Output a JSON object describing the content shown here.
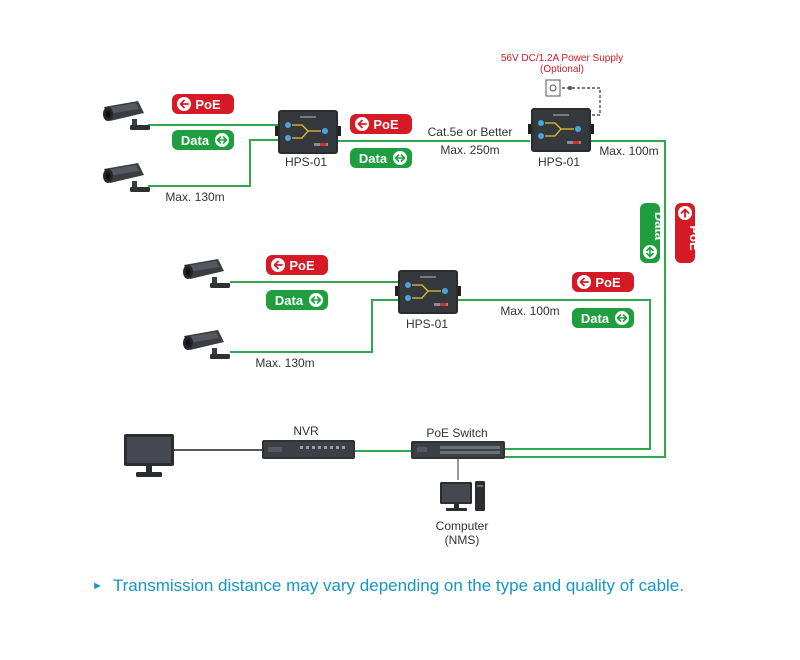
{
  "colors": {
    "poe": "#d51a25",
    "data": "#1e9e3e",
    "cable": "#2fa84f",
    "note": "#1496c8"
  },
  "labels": {
    "poe": "PoE",
    "data": "Data",
    "hps": "HPS-01",
    "cat5e": "Cat.5e or Better",
    "max250": "Max. 250m",
    "max100": "Max. 100m",
    "max130": "Max. 130m",
    "power_supply_line1": "56V DC/1.2A Power Supply",
    "power_supply_line2": "(Optional)",
    "nvr": "NVR",
    "poe_switch": "PoE Switch",
    "computer_line1": "Computer",
    "computer_line2": "(NMS)"
  },
  "icons": {
    "camera": "cctv-camera-icon",
    "monitor": "monitor-icon",
    "arrow": "arrow-circle-icon"
  },
  "footer_note": "Transmission distance may vary depending on the type and quality of cable."
}
